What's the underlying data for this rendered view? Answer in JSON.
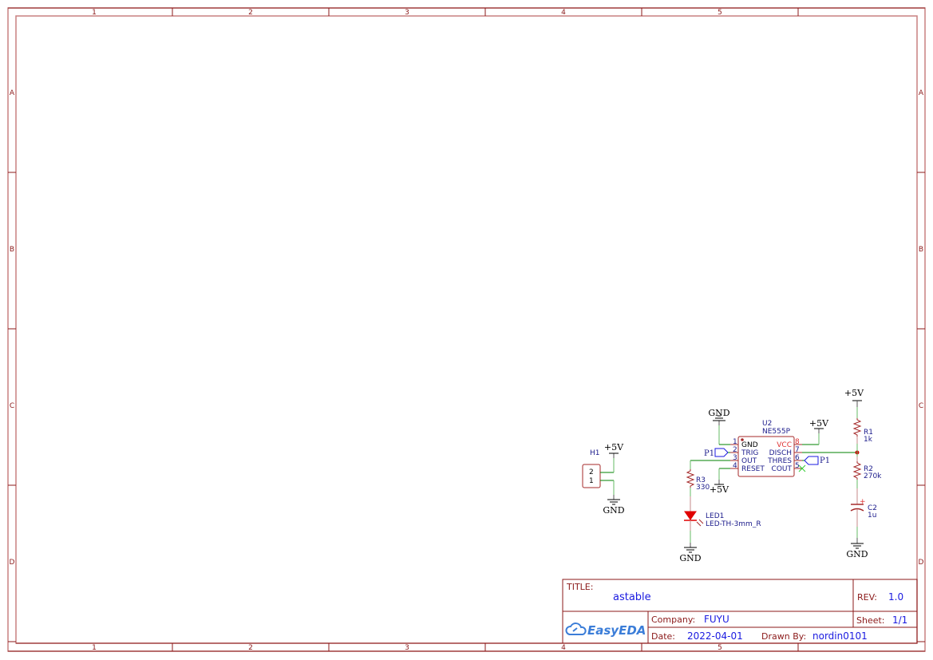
{
  "frame": {
    "columns": [
      "1",
      "2",
      "3",
      "4",
      "5"
    ],
    "rows": [
      "A",
      "B",
      "C",
      "D"
    ],
    "color": "#8b1a1a"
  },
  "title_block": {
    "title_label": "TITLE:",
    "title_value": "astable",
    "rev_label": "REV:",
    "rev_value": "1.0",
    "company_label": "Company:",
    "company_value": "FUYU",
    "sheet_label": "Sheet:",
    "sheet_value": "1/1",
    "date_label": "Date:",
    "date_value": "2022-04-01",
    "drawn_by_label": "Drawn By:",
    "drawn_by_value": "nordin0101",
    "logo_text": "EasyEDA",
    "logo_icon": "cloud-link-icon"
  },
  "schematic": {
    "colors": {
      "wire": "#008000",
      "component": "#a52a2a",
      "text": "#1c1c8c",
      "pin_red": "#e03030",
      "power": "#000000"
    },
    "components": {
      "u2": {
        "ref": "U2",
        "value": "NE555P",
        "pins_left": [
          {
            "num": "1",
            "name": "GND"
          },
          {
            "num": "2",
            "name": "TRIG"
          },
          {
            "num": "3",
            "name": "OUT"
          },
          {
            "num": "4",
            "name": "RESET"
          }
        ],
        "pins_right": [
          {
            "num": "8",
            "name": "VCC"
          },
          {
            "num": "7",
            "name": "DISCH"
          },
          {
            "num": "6",
            "name": "THRES"
          },
          {
            "num": "5",
            "name": "COUT"
          }
        ]
      },
      "r1": {
        "ref": "R1",
        "value": "1k"
      },
      "r2": {
        "ref": "R2",
        "value": "270k"
      },
      "r3": {
        "ref": "R3",
        "value": "330"
      },
      "c2": {
        "ref": "C2",
        "value": "1u",
        "polarity": "+"
      },
      "led1": {
        "ref": "LED1",
        "value": "LED-TH-3mm_R"
      },
      "h1": {
        "ref": "H1",
        "pins": [
          "2",
          "1"
        ]
      }
    },
    "power": {
      "gnd_u2": "GND",
      "vcc_u2": "+5V",
      "reset_vcc": "+5V",
      "vcc_r1": "+5V",
      "gnd_c2": "GND",
      "gnd_led": "GND",
      "vcc_h1": "+5V",
      "gnd_h1": "GND"
    },
    "net_flags": {
      "trig": "P1",
      "thres": "P1"
    }
  }
}
